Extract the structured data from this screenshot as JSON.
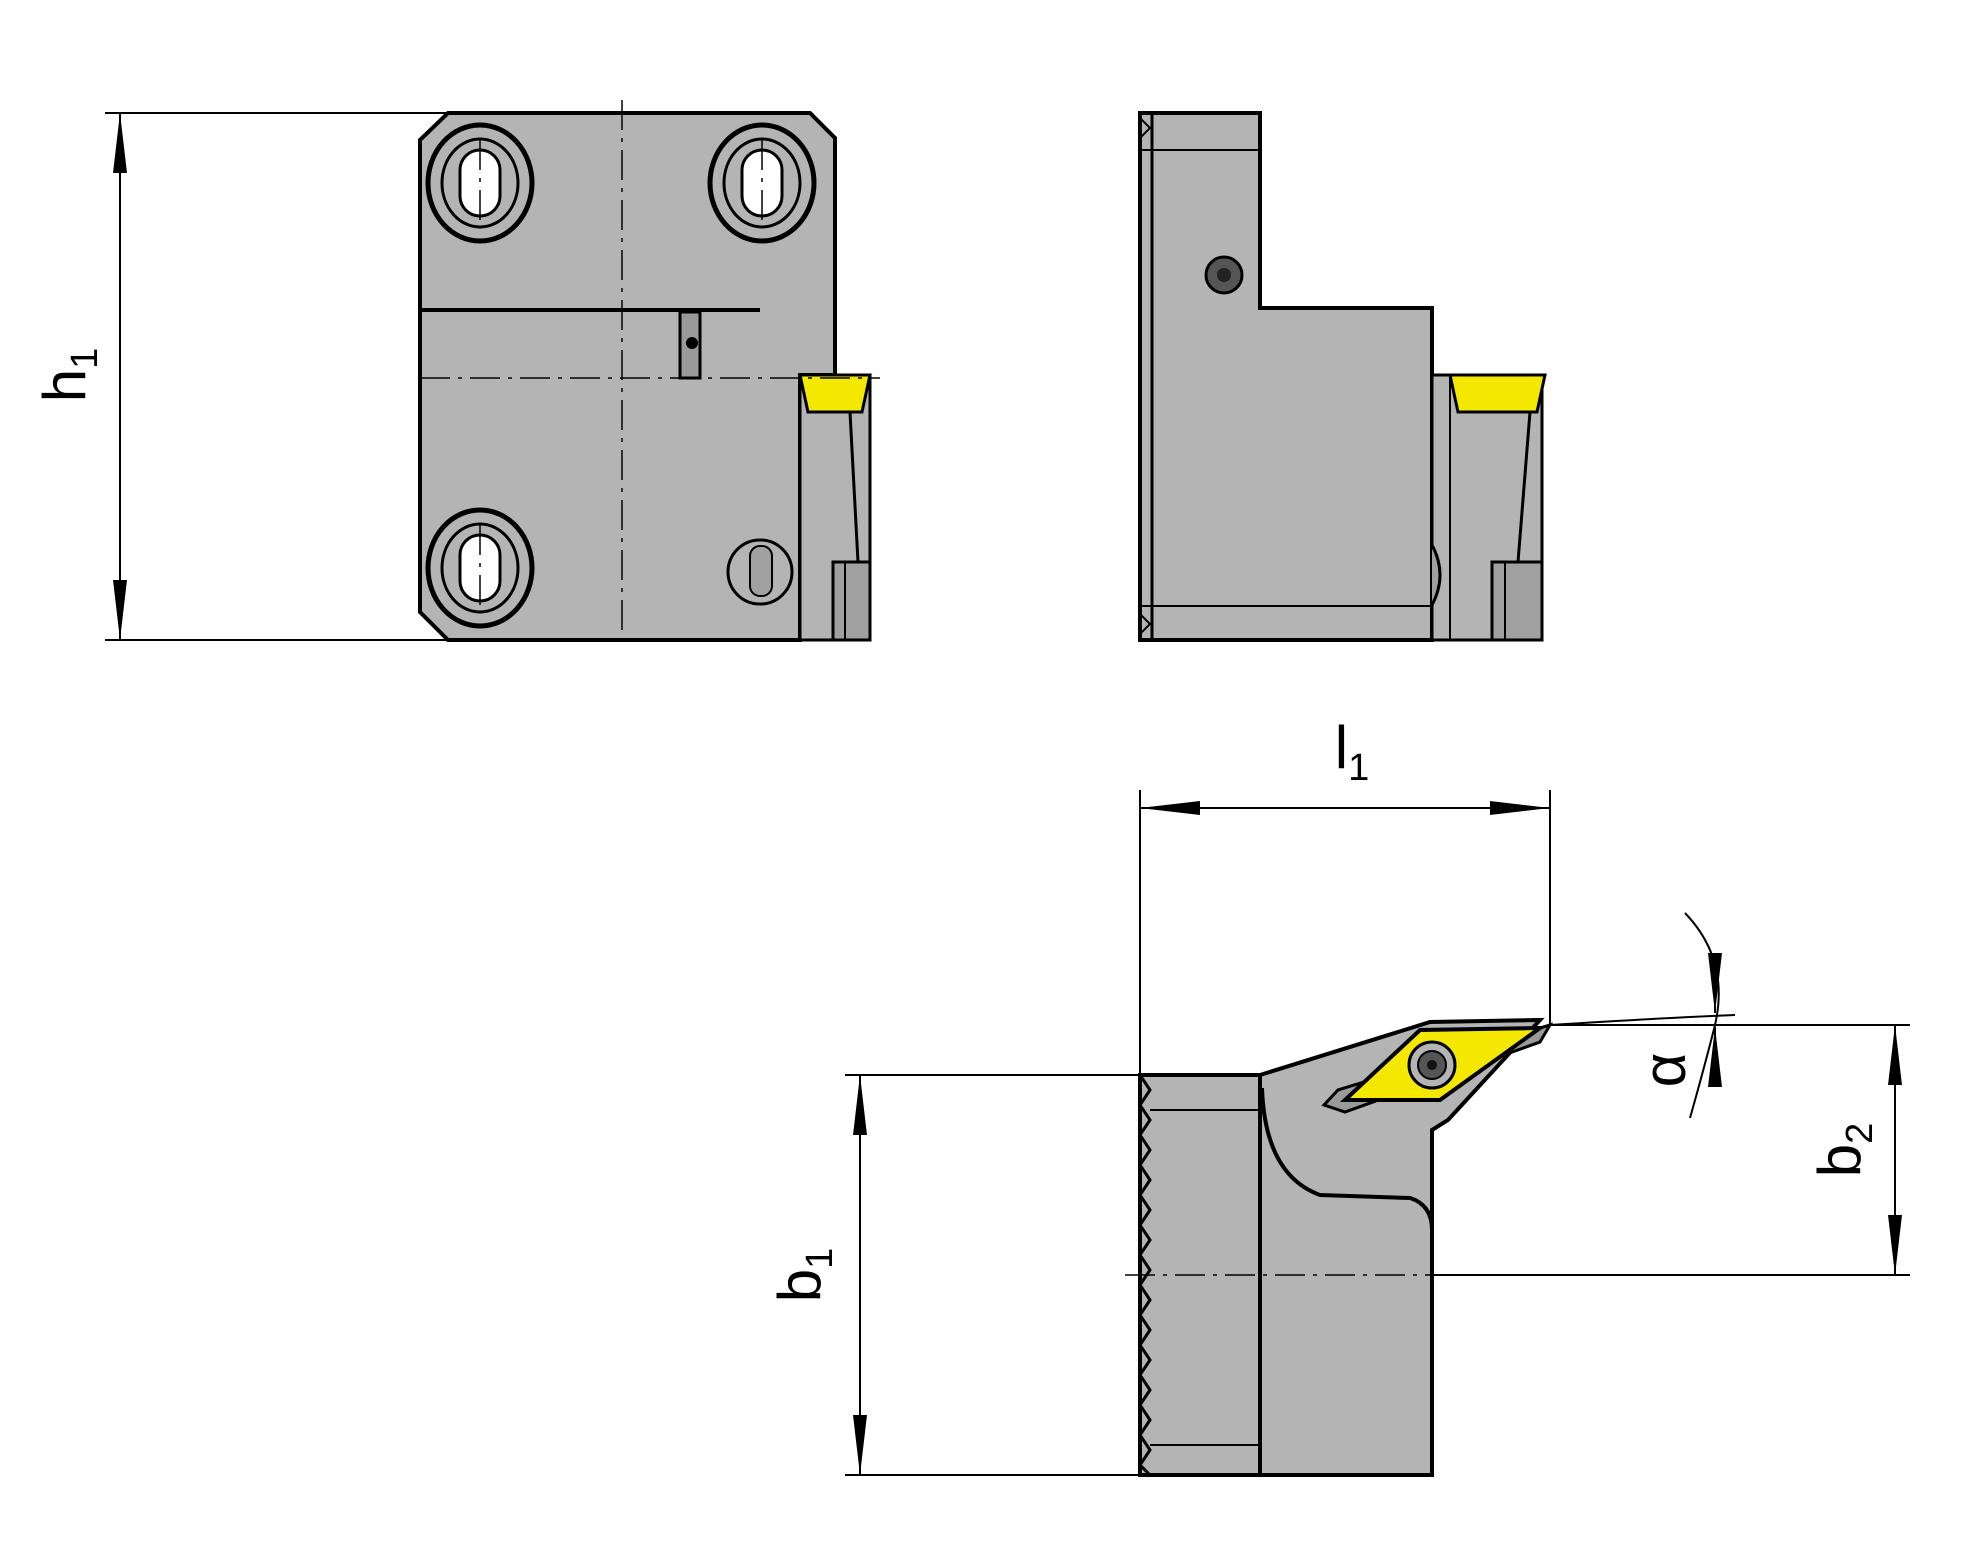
{
  "colors": {
    "body": "#b4b4b4",
    "outline": "#000000",
    "insert": "#f5e800",
    "background": "#ffffff"
  },
  "dimensions": {
    "h1": {
      "base": "h",
      "sub": "1"
    },
    "l1": {
      "base": "l",
      "sub": "1"
    },
    "b1": {
      "base": "b",
      "sub": "1"
    },
    "b2": {
      "base": "b",
      "sub": "2"
    },
    "alpha": {
      "symbol": "α"
    }
  }
}
